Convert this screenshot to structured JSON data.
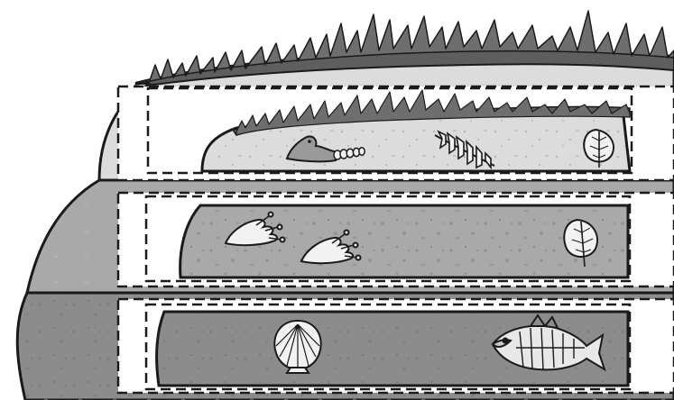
{
  "figure": {
    "layers": [
      {
        "id": "top",
        "fossils": [
          "dinosaur-skeleton",
          "fern-fossil",
          "leaf-fossil"
        ]
      },
      {
        "id": "middle",
        "fossils": [
          "footprint",
          "footprint",
          "leaf-fossil"
        ]
      },
      {
        "id": "bottom",
        "fossils": [
          "scallop-shell",
          "fish-skeleton"
        ]
      }
    ],
    "colors": {
      "outline": "#1a1a1a",
      "grass": "#6e6e6e",
      "top_rock": "#dcdcdc",
      "middle_rock": "#a9a9a9",
      "bottom_rock": "#8c8c8c",
      "fossil_fill": "#f2f2f2",
      "dashed_box": "#ffffff"
    }
  }
}
